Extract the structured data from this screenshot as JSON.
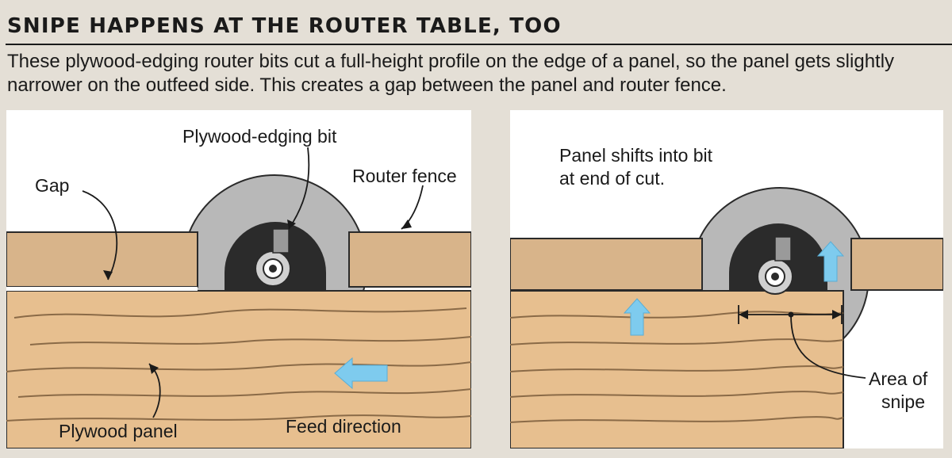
{
  "title": "SNIPE HAPPENS AT THE ROUTER TABLE, TOO",
  "intro": "These plywood-edging router bits cut a full-height profile on the edge of a panel, so the panel gets slightly narrower on the outfeed side. This creates a gap between the panel and router fence.",
  "left_panel": {
    "labels": {
      "bit": "Plywood-edging bit",
      "gap": "Gap",
      "fence": "Router fence",
      "panel": "Plywood panel",
      "feed": "Feed direction"
    }
  },
  "right_panel": {
    "labels": {
      "shift_line1": "Panel shifts into bit",
      "shift_line2": "at end of cut.",
      "snipe_line1": "Area of",
      "snipe_line2": "snipe"
    }
  },
  "colors": {
    "background": "#e4dfd6",
    "wood": "#e7bf8f",
    "fence_wood": "#d8b48a",
    "arrow": "#7ecbee",
    "guard": "#b6b6b6",
    "bit_body": "#2b2b2b"
  }
}
